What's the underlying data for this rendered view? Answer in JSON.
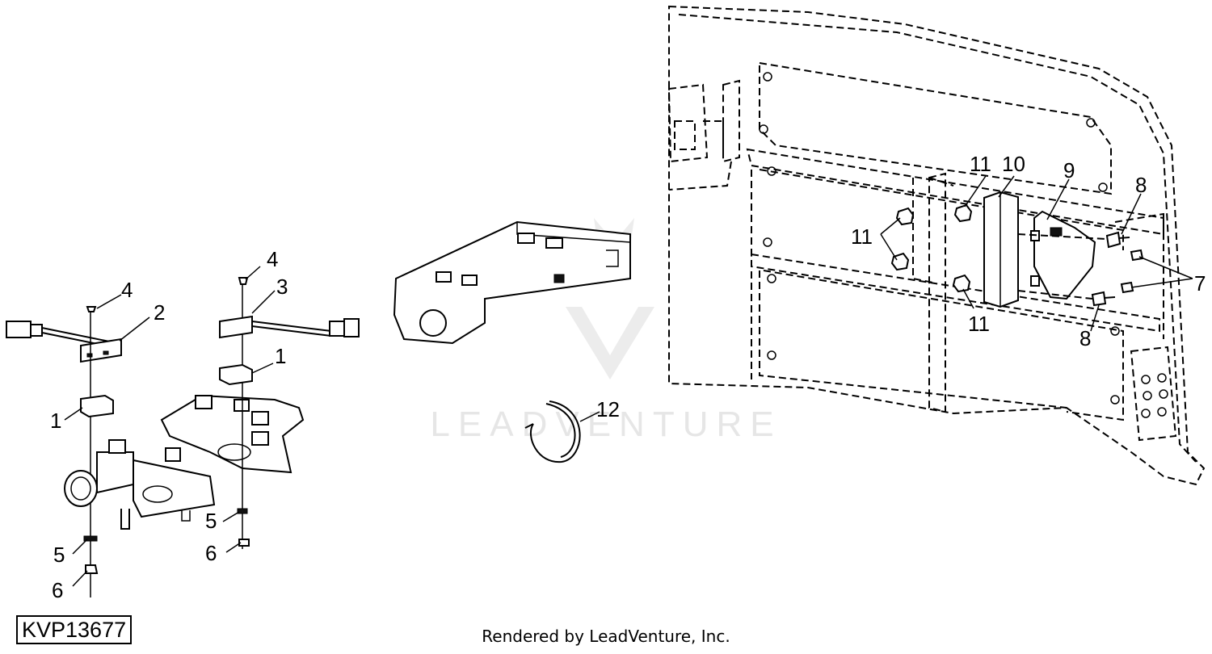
{
  "figure_id": "KVP13677",
  "footer": "Rendered by LeadVenture, Inc.",
  "watermark": "LEADVENTURE",
  "callouts": {
    "c1a": "1",
    "c1b": "1",
    "c2": "2",
    "c3": "3",
    "c4a": "4",
    "c4b": "4",
    "c5a": "5",
    "c5b": "5",
    "c6a": "6",
    "c6b": "6",
    "c7": "7",
    "c8a": "8",
    "c8b": "8",
    "c9": "9",
    "c10": "10",
    "c11a": "11",
    "c11b": "11",
    "c11c": "11",
    "c12": "12"
  }
}
